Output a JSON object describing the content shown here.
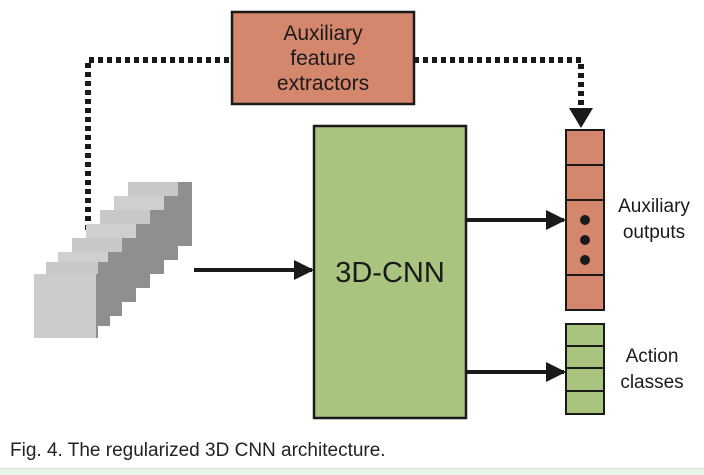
{
  "diagram": {
    "aux_extractor": {
      "lines": [
        "Auxiliary",
        "feature",
        "extractors"
      ]
    },
    "cnn": {
      "label": "3D-CNN"
    },
    "aux_outputs": {
      "lines": [
        "Auxiliary",
        "outputs"
      ]
    },
    "action_classes": {
      "lines": [
        "Action",
        "classes"
      ]
    }
  },
  "caption": "Fig. 4. The regularized 3D CNN architecture.",
  "colors": {
    "salmon": "#d4876c",
    "green": "#a9c47f",
    "frame_fill": "#c8c8c8",
    "frame_shadow": "#8f8f8f",
    "stroke": "#1a1a1a"
  }
}
